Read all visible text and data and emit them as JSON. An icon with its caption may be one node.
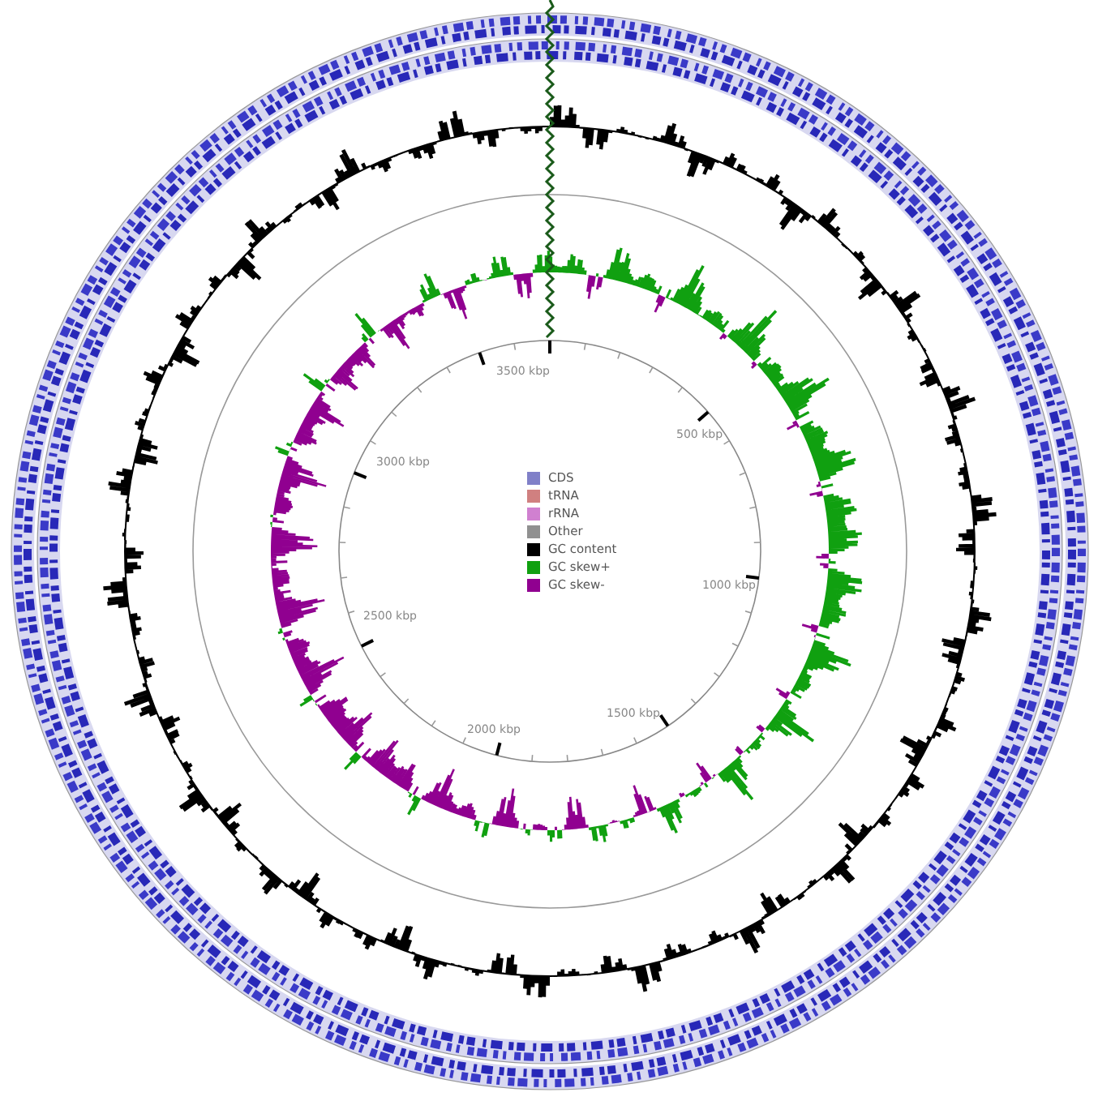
{
  "diagram": {
    "labels": [
      "3500 kbp",
      "500 kbp",
      "3000 kbp",
      "1000 kbp",
      "2500 kbp",
      "2000 kbp",
      "1500 kbp"
    ],
    "legend": [
      {
        "text": "CDS",
        "color": "#8080c8"
      },
      {
        "text": "tRNA",
        "color": "#d08080"
      },
      {
        "text": "rRNA",
        "color": "#d080d0"
      },
      {
        "text": "Other",
        "color": "#909090"
      },
      {
        "text": "GC content",
        "color": "#000000"
      },
      {
        "text": "GC skew+",
        "color": "#10a010"
      },
      {
        "text": "GC skew-",
        "color": "#900090"
      }
    ]
  }
}
